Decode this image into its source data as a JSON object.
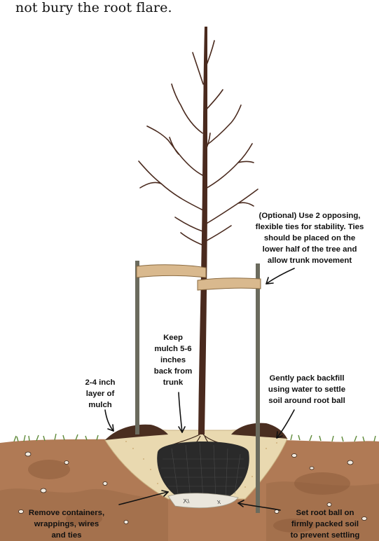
{
  "intro_text": "not bury the root flare.",
  "labels": {
    "optional_ties": [
      "(Optional) Use 2 opposing,",
      "flexible ties for stability. Ties",
      "should be placed on the",
      "lower half of the tree and",
      "allow trunk movement"
    ],
    "keep_mulch": [
      "Keep",
      "mulch 5-6",
      "inches",
      "back from",
      "trunk"
    ],
    "mulch_layer": [
      "2-4 inch",
      "layer of",
      "mulch"
    ],
    "backfill": [
      "Gently pack backfill",
      "using water to settle",
      "soil around root ball"
    ],
    "remove_containers": [
      "Remove containers,",
      "wrappings, wires",
      "and ties"
    ],
    "root_ball": [
      "Set root ball on",
      "firmly packed soil",
      "to prevent settling"
    ]
  },
  "colors": {
    "soil": "#b07a55",
    "soil_dark": "#8a5a3a",
    "backfill": "#e9d9b0",
    "trunk": "#4a2a1e",
    "tie": "#d9b98e",
    "stake": "#6b6b5e",
    "root_ball": "#2a2a2a",
    "grass": "#5f8a3a"
  }
}
